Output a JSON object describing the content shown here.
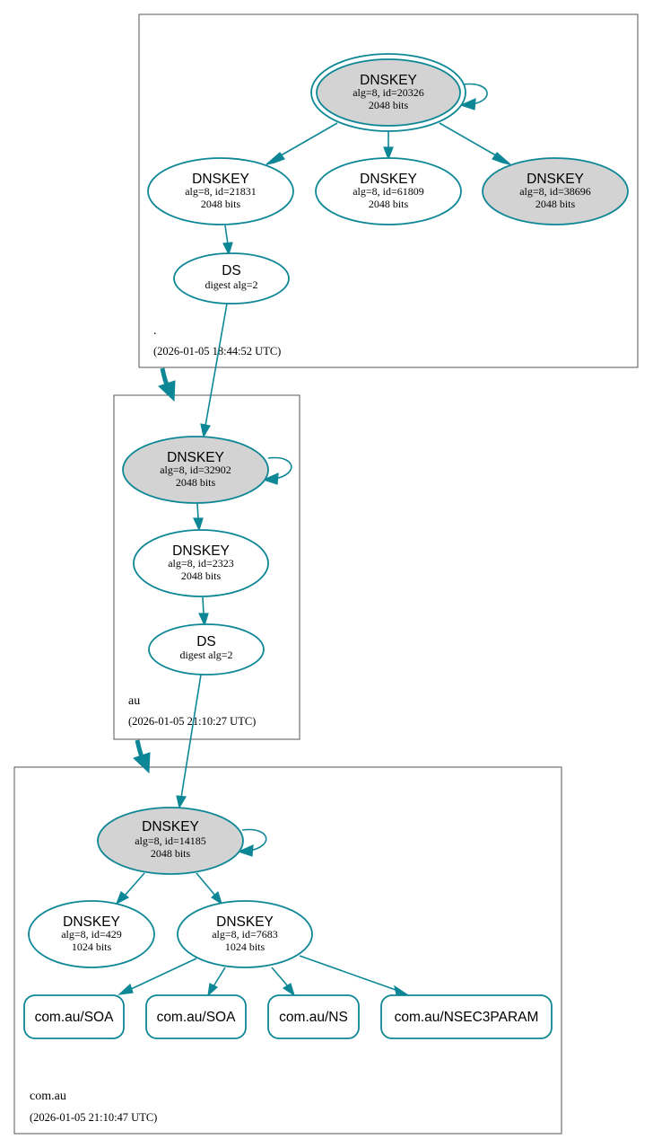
{
  "colors": {
    "edge": "#0d8796",
    "signed_fill": "#d3d3d3",
    "plain_fill": "#ffffff",
    "border": "#555555"
  },
  "zones": [
    {
      "name": ".",
      "timestamp": "(2026-01-05 18:44:52 UTC)"
    },
    {
      "name": "au",
      "timestamp": "(2026-01-05 21:10:27 UTC)"
    },
    {
      "name": "com.au",
      "timestamp": "(2026-01-05 21:10:47 UTC)"
    }
  ],
  "nodes": {
    "root_ksk": {
      "title": "DNSKEY",
      "line1": "alg=8, id=20326",
      "line2": "2048 bits"
    },
    "root_zsk1": {
      "title": "DNSKEY",
      "line1": "alg=8, id=21831",
      "line2": "2048 bits"
    },
    "root_zsk2": {
      "title": "DNSKEY",
      "line1": "alg=8, id=61809",
      "line2": "2048 bits"
    },
    "root_zsk3": {
      "title": "DNSKEY",
      "line1": "alg=8, id=38696",
      "line2": "2048 bits"
    },
    "root_ds": {
      "title": "DS",
      "line1": "digest alg=2"
    },
    "au_ksk": {
      "title": "DNSKEY",
      "line1": "alg=8, id=32902",
      "line2": "2048 bits"
    },
    "au_zsk": {
      "title": "DNSKEY",
      "line1": "alg=8, id=2323",
      "line2": "2048 bits"
    },
    "au_ds": {
      "title": "DS",
      "line1": "digest alg=2"
    },
    "comau_ksk": {
      "title": "DNSKEY",
      "line1": "alg=8, id=14185",
      "line2": "2048 bits"
    },
    "comau_zsk1": {
      "title": "DNSKEY",
      "line1": "alg=8, id=429",
      "line2": "1024 bits"
    },
    "comau_zsk2": {
      "title": "DNSKEY",
      "line1": "alg=8, id=7683",
      "line2": "1024 bits"
    }
  },
  "records": [
    {
      "label": "com.au/SOA"
    },
    {
      "label": "com.au/SOA"
    },
    {
      "label": "com.au/NS"
    },
    {
      "label": "com.au/NSEC3PARAM"
    }
  ]
}
